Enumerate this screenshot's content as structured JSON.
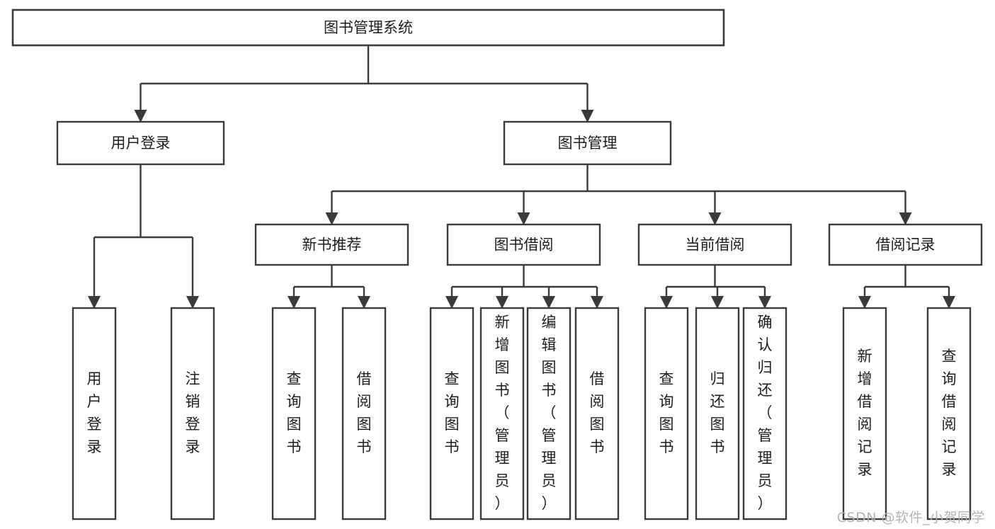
{
  "diagram": {
    "type": "tree-hierarchy",
    "title": "图书管理系统",
    "orientation": "top-down",
    "colors": {
      "stroke": "#3a3a3a",
      "box_fill": "#ffffff",
      "text": "#1d1d1d",
      "background": "#ffffff",
      "watermark": "#b4b4b4"
    },
    "levels": [
      {
        "level": 1,
        "nodes": [
          {
            "id": "root",
            "label": "图书管理系统",
            "text_orientation": "horizontal"
          }
        ]
      },
      {
        "level": 2,
        "nodes": [
          {
            "id": "login",
            "label": "用户登录",
            "text_orientation": "horizontal",
            "parent": "root"
          },
          {
            "id": "bookmgmt",
            "label": "图书管理",
            "text_orientation": "horizontal",
            "parent": "root"
          }
        ]
      },
      {
        "level": 3,
        "nodes": [
          {
            "id": "newbook",
            "label": "新书推荐",
            "text_orientation": "horizontal",
            "parent": "bookmgmt"
          },
          {
            "id": "borrow",
            "label": "图书借阅",
            "text_orientation": "horizontal",
            "parent": "bookmgmt"
          },
          {
            "id": "current",
            "label": "当前借阅",
            "text_orientation": "horizontal",
            "parent": "bookmgmt"
          },
          {
            "id": "records",
            "label": "借阅记录",
            "text_orientation": "horizontal",
            "parent": "bookmgmt"
          }
        ]
      },
      {
        "level": 4,
        "nodes": [
          {
            "id": "leaf1",
            "label": "用户登录",
            "text_orientation": "vertical",
            "parent": "login"
          },
          {
            "id": "leaf2",
            "label": "注销登录",
            "text_orientation": "vertical",
            "parent": "login"
          },
          {
            "id": "leaf3",
            "label": "查询图书",
            "text_orientation": "vertical",
            "parent": "newbook"
          },
          {
            "id": "leaf4",
            "label": "借阅图书",
            "text_orientation": "vertical",
            "parent": "newbook"
          },
          {
            "id": "leaf5",
            "label": "查询图书",
            "text_orientation": "vertical",
            "parent": "borrow"
          },
          {
            "id": "leaf6",
            "label": "新增图书（管理员）",
            "text_orientation": "vertical",
            "parent": "borrow"
          },
          {
            "id": "leaf7",
            "label": "编辑图书（管理员）",
            "text_orientation": "vertical",
            "parent": "borrow"
          },
          {
            "id": "leaf8",
            "label": "借阅图书",
            "text_orientation": "vertical",
            "parent": "borrow"
          },
          {
            "id": "leaf9",
            "label": "查询图书",
            "text_orientation": "vertical",
            "parent": "current"
          },
          {
            "id": "leaf10",
            "label": "归还图书",
            "text_orientation": "vertical",
            "parent": "current"
          },
          {
            "id": "leaf11",
            "label": "确认归还（管理员）",
            "text_orientation": "vertical",
            "parent": "current"
          },
          {
            "id": "leaf12",
            "label": "新增借阅记录",
            "text_orientation": "vertical",
            "parent": "records"
          },
          {
            "id": "leaf13",
            "label": "查询借阅记录",
            "text_orientation": "vertical",
            "parent": "records"
          }
        ]
      }
    ]
  },
  "watermark": {
    "text": "CSDN @软件_小贺同学"
  }
}
